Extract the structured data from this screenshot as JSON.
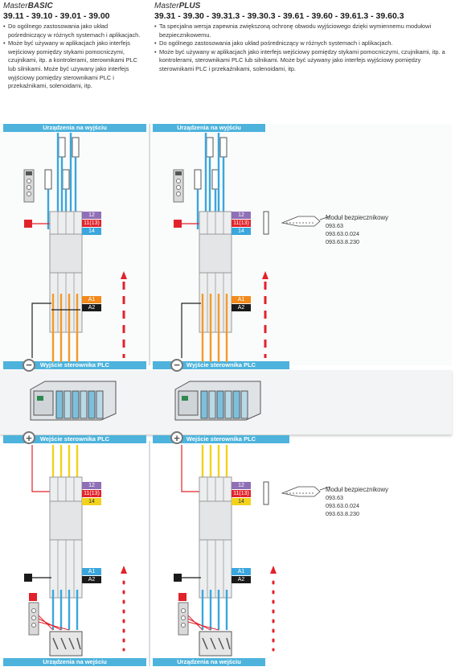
{
  "left_header": {
    "series_prefix": "Master",
    "series_name": "BASIC",
    "codes": "39.11 - 39.10 - 39.01 - 39.00",
    "features": [
      "Do ogólnego zastosowania jako układ pośredniczący w różnych systemach i aplikacjach.",
      "Może być używany w aplikacjach jako interfejs wejściowy pomiędzy stykami pomocniczymi, czujnikami, itp. a kontrolerami, sterownikami PLC lub silnikami. Może być używany jako interfejs wyjściowy pomiędzy sterownikami PLC i przekaźnikami, solenoidami, itp."
    ]
  },
  "right_header": {
    "series_prefix": "Master",
    "series_name": "PLUS",
    "codes": "39.31 - 39.30 - 39.31.3 - 39.30.3 - 39.61 - 39.60 - 39.61.3 - 39.60.3",
    "features": [
      "Ta specjalna wersja zapewnia zwiększoną ochronę obwodu wyjściowego dzięki wymiennemu modułowi bezpiecznikowemu.",
      "Do ogólnego zastosowania jako układ pośredniczący w różnych systemach i aplikacjach.",
      "Może być używany w aplikacjach jako interfejs wejściowy pomiędzy stykami pomocniczymi, czujnikami, itp. a kontrolerami, sterownikami PLC lub silnikami. Może być używany jako interfejs wyjściowy pomiędzy sterownikami PLC i przekaźnikami, solenoidami, itp."
    ]
  },
  "bands": {
    "output_devices": "Urządzenia na wyjściu",
    "plc_output": "Wyjście sterownika PLC",
    "plc_input": "Wejście sterownika PLC",
    "input_devices": "Urządzenia na wejściu"
  },
  "terminals": {
    "t12": "12",
    "t11": "11(13)",
    "t14": "14",
    "a1": "A1",
    "a2": "A2"
  },
  "fuse_module": {
    "title": "Moduł bezpiecznikowy",
    "codes": [
      "093.63",
      "093.63.0.024",
      "093.63.8.230"
    ]
  },
  "colors": {
    "band_blue": "#4db3dc",
    "wire_blue": "#3aa6dd",
    "wire_orange": "#f39a2b",
    "wire_yellow": "#f2d21b",
    "term_purple": "#8f6fb5",
    "term_red": "#e2222a",
    "term_orange": "#f28a1c",
    "term_black": "#1a1a1a",
    "arrow_red": "#e2222a"
  }
}
